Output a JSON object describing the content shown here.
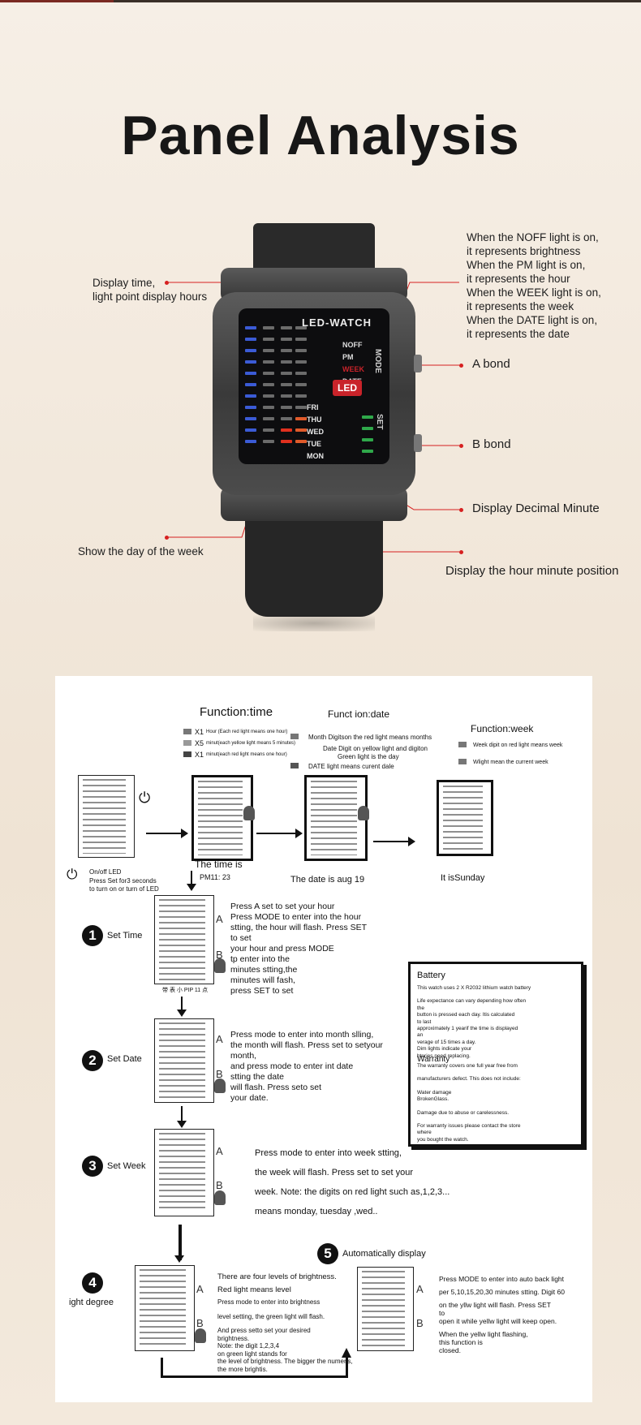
{
  "title": "Panel Analysis",
  "watch": {
    "brand": "LED-WATCH",
    "mode_labels": [
      "NOFF",
      "PM",
      "WEEK",
      "DATE"
    ],
    "days": [
      "FRI",
      "THU",
      "WED",
      "TUE",
      "MON"
    ],
    "badge": "LED",
    "mode_side": "MODE",
    "set_side": "SET"
  },
  "callouts": {
    "display_time": [
      "Display time,",
      "light point display hours"
    ],
    "lights_info": [
      "When the NOFF light is on,",
      "it represents brightness",
      "When the PM light is on,",
      "it represents the hour",
      "When the WEEK light is on,",
      "it represents the week",
      "When the DATE light is on,",
      "it represents the date"
    ],
    "a_bond": "A bond",
    "b_bond": "B bond",
    "decimal_minute": "Display Decimal Minute",
    "day_of_week": "Show the day of the week",
    "hour_minute": "Display the hour minute position"
  },
  "manual": {
    "function_time": "Function:time",
    "function_date": "Funct ion:date",
    "function_week": "Function:week",
    "time_legend": [
      "Hour (Each red light means one hour)",
      "minut(each yellow light means 5 minutes)",
      "minut(each red light means one hour)"
    ],
    "time_legend_marks": [
      "X1",
      "X5",
      "X1"
    ],
    "date_legend": [
      "Month Digitson the red light means months",
      "Date Digit on yellow light and digiton",
      "Green light is the day",
      "DATE light means curent dale"
    ],
    "week_legend": [
      "Week dipit on red light means week",
      "Wlight mean the current week"
    ],
    "onoff": [
      "On/off LED",
      "Press Set for3 seconds",
      "to turn on or turn of LED"
    ],
    "time_is": "The time is",
    "time_value": "PM11: 23",
    "date_is": "The date is aug 19",
    "week_is": "It isSunday",
    "steps": [
      {
        "num": "1",
        "label": "Set Time",
        "text": [
          "Press A set to set your hour",
          "Press MODE to enter into the hour",
          "stting, the hour will flash. Press SET",
          "to set",
          "your hour and press MODE",
          "tp enter into the",
          "minutes stting,the",
          "minutes will fash,",
          "press SET to set"
        ]
      },
      {
        "num": "2",
        "label": "Set Date",
        "text": [
          "Press mode to enter into month slling,",
          "the month will flash. Press set to setyour",
          "month,",
          "and press mode to enter int date",
          "stting the date",
          "will flash. Press seto set",
          "your date."
        ]
      },
      {
        "num": "3",
        "label": "Set Week",
        "text": [
          "Press mode to enter into week stting,",
          "the week will flash. Press set to set your",
          "week. Note: the digits on red light such as,1,2,3...",
          "means monday, tuesday ,wed.."
        ]
      },
      {
        "num": "4",
        "label": "ight degree",
        "text": [
          "There are four levels of brightness.",
          "Red light means level",
          "Press mode to enter into brightness",
          "level setting, the green light will flash.",
          "And press setto set your desired",
          "brightness.",
          "Note: the digit 1,2,3,4",
          "on green light stands for",
          "the level of brightness. The bigger the numeris,",
          "the more brightis."
        ]
      },
      {
        "num": "5",
        "label": "Automatically display",
        "text": [
          "Press MODE to enter into auto back light",
          "per 5,10,15,20,30 minutes stting. Digit 60",
          "on the yllw light will flash. Press SET",
          "to",
          "open it while yellw light will keep open.",
          "When the yellw light flashing,",
          "this function is",
          "closed."
        ]
      }
    ],
    "step1_caption": "带 表 小 PIP 11 点",
    "battery": {
      "title": "Battery",
      "lines": [
        "This watch uses 2 X R2032 lithium watch battery",
        "Life expectance can vary depending how often",
        "the",
        "button is pressed each day. Itis calculated",
        "to last",
        "approximately 1 yearif the time is displayed",
        "an",
        "verage of 15 times a day.",
        "Dim lights indicate your",
        "bteries need replacing."
      ],
      "warranty_title": "Warranty",
      "warranty": [
        "The warranty covers one full year free from",
        "manufacturers defect. This does not include:",
        "Water damage",
        "BrokenGlass.",
        "Damage due to abuse or carelessness.",
        "For warranty issues please contact the store",
        "where",
        "you bought the watch."
      ]
    },
    "letters": {
      "a": "A",
      "b": "B"
    }
  }
}
